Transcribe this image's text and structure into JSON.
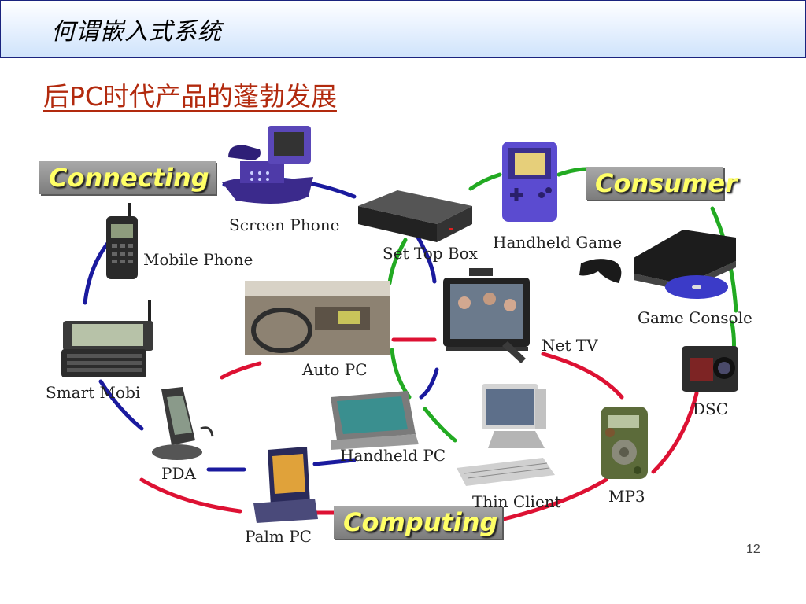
{
  "header": {
    "title": "何谓嵌入式系统"
  },
  "subtitle": "后PC时代产品的蓬勃发展",
  "categories": {
    "connecting": "Connecting",
    "consumer": "Consumer",
    "computing": "Computing"
  },
  "devices": {
    "screen_phone": "Screen Phone",
    "mobile_phone": "Mobile Phone",
    "set_top_box": "Set Top Box",
    "handheld_game": "Handheld Game",
    "game_console": "Game Console",
    "net_tv": "Net TV",
    "auto_pc": "Auto PC",
    "smart_mobi": "Smart  Mobi",
    "dsc": "DSC",
    "handheld_pc": "Handheld PC",
    "pda": "PDA",
    "thin_client": "Thin Client",
    "mp3": "MP3",
    "palm_pc": "Palm PC"
  },
  "page_number": "12",
  "colors": {
    "connecting_arc": "#1a1a9e",
    "consumer_arc": "#22aa22",
    "computing_arc": "#dd1133",
    "subtitle": "#b22a0e",
    "category_text": "#ffff66"
  }
}
